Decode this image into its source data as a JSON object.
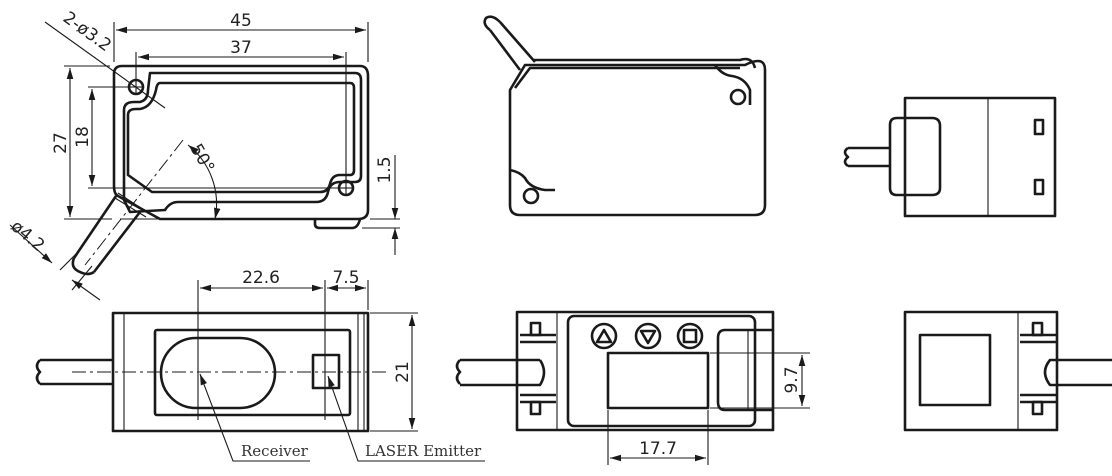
{
  "dimensions": {
    "width_overall": "45",
    "hole_pitch_x": "37",
    "hole_spec": "2-ø3.2",
    "height_overall": "27",
    "hole_pitch_y": "18",
    "cable_angle": "50°",
    "foot_height": "1.5",
    "cable_diameter": "ø4.2",
    "receiver_offset": "22.6",
    "emitter_offset": "7.5",
    "depth": "21",
    "display_height": "9.7",
    "display_width": "17.7"
  },
  "labels": {
    "receiver": "Receiver",
    "emitter": "LASER Emitter"
  },
  "colors": {
    "line": "#1a1a1a",
    "background": "#ffffff"
  }
}
